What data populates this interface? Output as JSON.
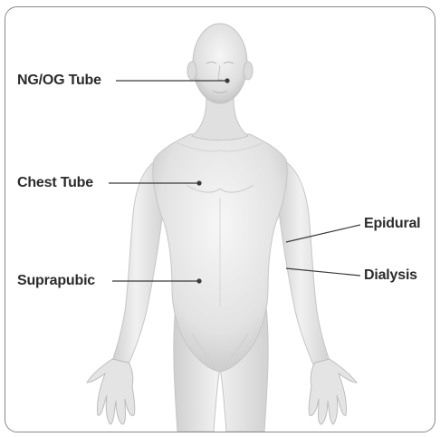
{
  "callouts": {
    "ng_og_tube": "NG/OG Tube",
    "chest_tube": "Chest Tube",
    "suprapubic": "Suprapubic",
    "epidural": "Epidural",
    "dialysis": "Dialysis"
  },
  "colors": {
    "label_text": "#2b2b2b",
    "leader_line": "#3a3a3a",
    "skin_light": "#f4f4f4",
    "skin_mid": "#dcdcdc",
    "skin_shadow": "#bdbdbd",
    "panel_border": "#8a8a8a"
  }
}
